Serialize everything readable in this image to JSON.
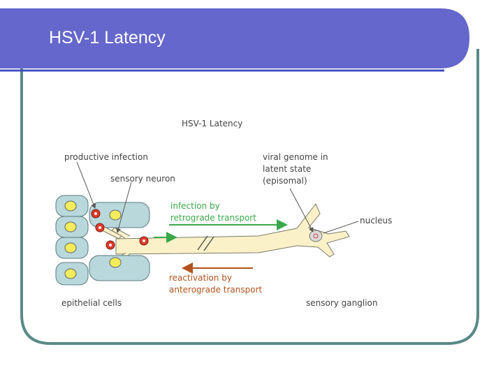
{
  "slide": {
    "title": "HSV-1 Latency",
    "colors": {
      "header_band": "#6567cc",
      "frame_border": "#5a8a88",
      "accent_line": "#3f4fc0"
    }
  },
  "figure": {
    "title": "HSV-1 Latency",
    "labels": {
      "productive_infection": "productive infection",
      "sensory_neuron": "sensory neuron",
      "viral_genome_1": "viral genome in",
      "viral_genome_2": "latent state",
      "viral_genome_3": "(episomal)",
      "infection_1": "infection by",
      "infection_2": "retrograde transport",
      "nucleus": "nucleus",
      "reactivation_1": "reactivation by",
      "reactivation_2": "anterograde transport",
      "epithelial_cells": "epithelial cells",
      "sensory_ganglion": "sensory ganglion"
    },
    "colors": {
      "epithelial_cell": "#b8d8dc",
      "nucleus_yellow": "#f4ec5a",
      "neuron": "#fbf1c8",
      "virus": "#e03a2a",
      "infection_arrow": "#3aa84a",
      "reactivation_arrow": "#b0521c",
      "text": "#444444"
    }
  }
}
